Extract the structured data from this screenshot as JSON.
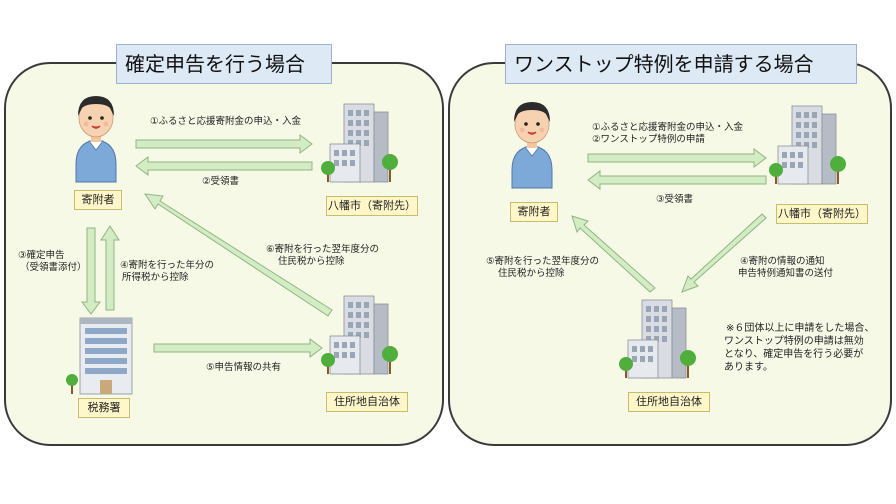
{
  "left": {
    "title": "確定申告を行う場合",
    "nodes": {
      "donor": "寄附者",
      "city": "八幡市（寄附先）",
      "tax_office": "税務署",
      "municipality": "住所地自治体"
    },
    "steps": {
      "s1": "①ふるさと応援寄附金の申込・入金",
      "s2": "②受領書",
      "s3_line1": "③確定申告",
      "s3_line2": "（受領書添付）",
      "s4_line1": "④寄附を行った年分の",
      "s4_line2": "所得税から控除",
      "s5": "⑤申告情報の共有",
      "s6_line1": "⑥寄附を行った翌年度分の",
      "s6_line2": "住民税から控除"
    }
  },
  "right": {
    "title": "ワンストップ特例を申請する場合",
    "nodes": {
      "donor": "寄附者",
      "city": "八幡市（寄附先）",
      "municipality": "住所地自治体"
    },
    "steps": {
      "s1_line1": "①ふるさと応援寄附金の申込・入金",
      "s1_line2": "②ワンストップ特例の申請",
      "s3": "③受領書",
      "s4_line1": "④寄附の情報の通知",
      "s4_line2": "申告特例通知書の送付",
      "s5_line1": "⑤寄附を行った翌年度分の",
      "s5_line2": "住民税から控除"
    },
    "note_line1": "※６団体以上に申請をした場合、",
    "note_line2": "ワンストップ特例の申請は無効",
    "note_line3": "となり、確定申告を行う必要が",
    "note_line4": "あります。"
  },
  "colors": {
    "panel_fill": "#f7f9e7",
    "title_fill": "#dde9f4",
    "label_fill": "#fff7c9",
    "arrow_fill": "#d3ecc4",
    "arrow_stroke": "#8fb583"
  }
}
